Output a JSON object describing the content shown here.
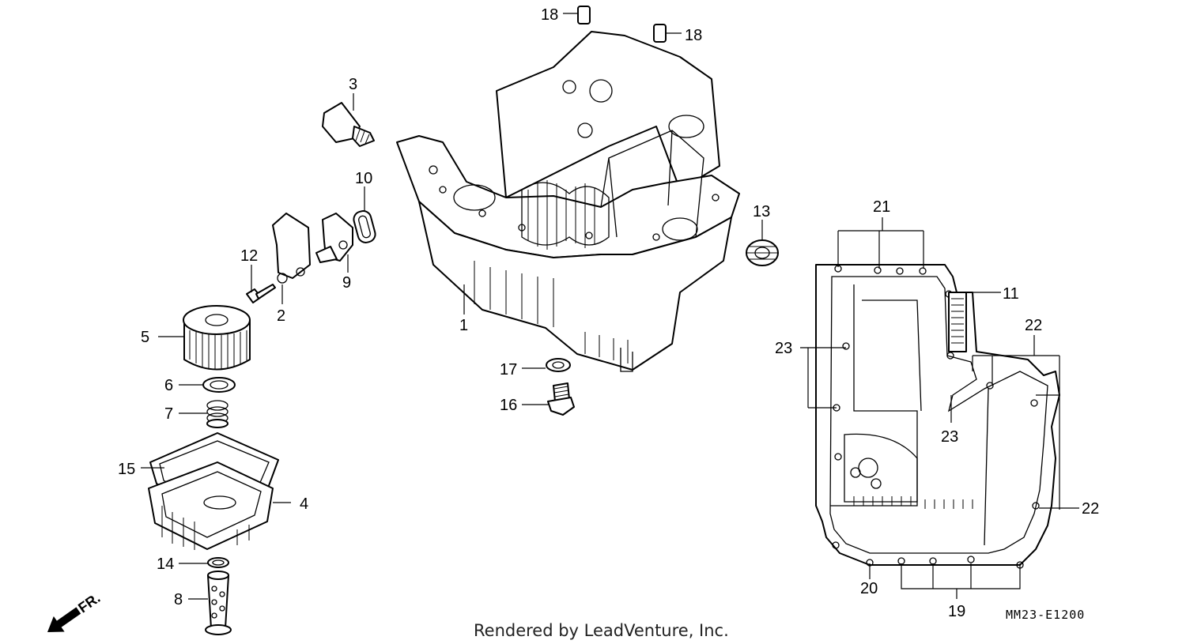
{
  "callouts": {
    "c1": "1",
    "c2": "2",
    "c3": "3",
    "c4": "4",
    "c5": "5",
    "c6": "6",
    "c7": "7",
    "c8": "8",
    "c9": "9",
    "c10": "10",
    "c11": "11",
    "c12": "12",
    "c13": "13",
    "c14": "14",
    "c15": "15",
    "c16": "16",
    "c17": "17",
    "c18a": "18",
    "c18b": "18",
    "c19": "19",
    "c20": "20",
    "c21": "21",
    "c22a": "22",
    "c22b": "22",
    "c23a": "23",
    "c23b": "23"
  },
  "arrow_label": "FR.",
  "diagram_code": "MM23-E1200",
  "credit": "Rendered by LeadVenture, Inc.",
  "colors": {
    "ink": "#000000",
    "paper": "#ffffff"
  }
}
